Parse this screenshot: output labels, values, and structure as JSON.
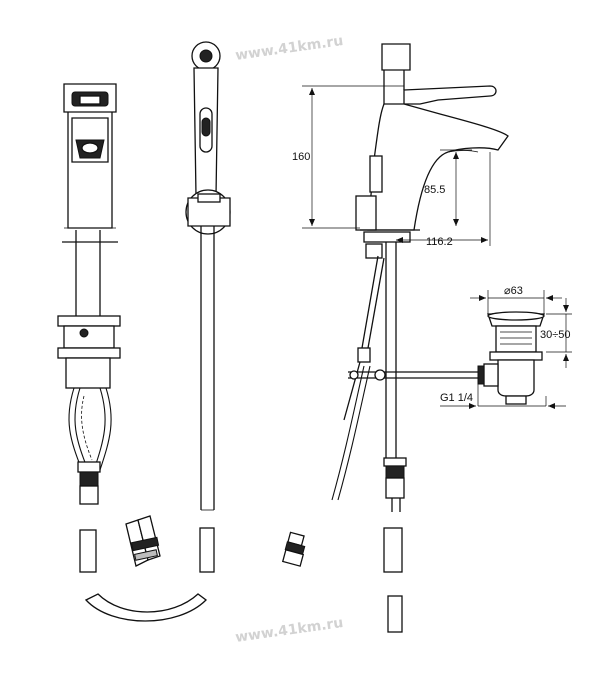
{
  "watermark": {
    "top": "www.41km.ru",
    "bottom": "www.41km.ru"
  },
  "dimensions": {
    "height_total": "160",
    "spout_height": "85.5",
    "spout_reach": "116.2",
    "waste_diameter": "⌀63",
    "waste_range": "30÷50",
    "waste_thread": "G1 1/4"
  }
}
